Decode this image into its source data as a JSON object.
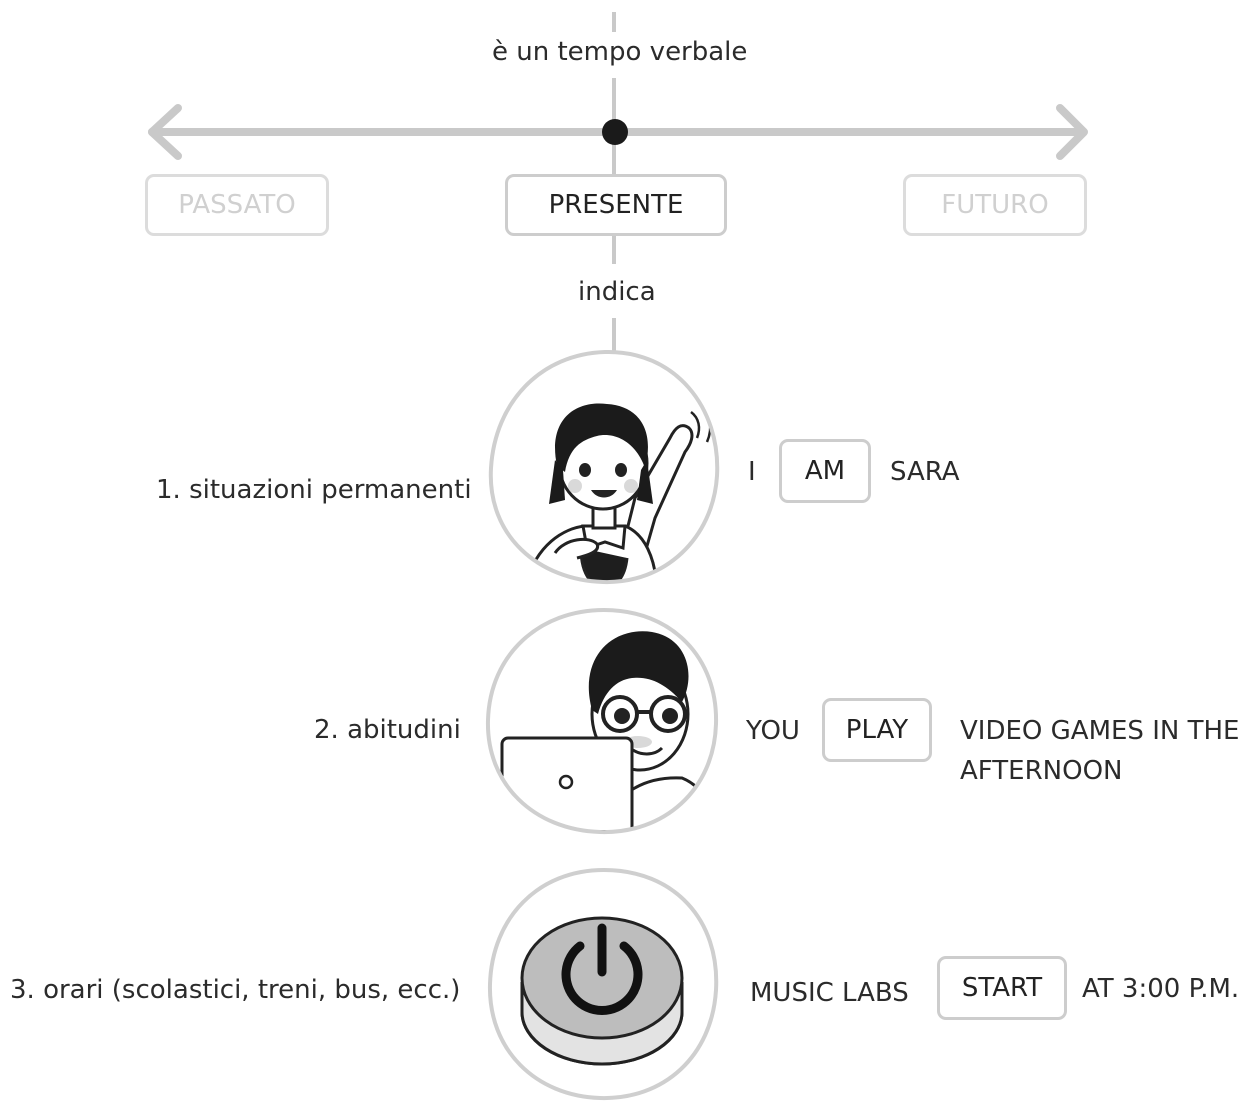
{
  "header": {
    "label": "è un tempo verbale"
  },
  "timeline": {
    "past": "PASSATO",
    "present": "PRESENTE",
    "future": "FUTURO",
    "accent_color": "#c9c9c9",
    "dot_color": "#1a1a1a"
  },
  "connector_label": "indica",
  "uses": [
    {
      "label": "1. situazioni permanenti",
      "icon": "girl-waving-icon",
      "example": {
        "before": "I",
        "verb": "AM",
        "after": "SARA"
      }
    },
    {
      "label": "2. abitudini",
      "icon": "boy-laptop-icon",
      "example": {
        "before": "YOU",
        "verb": "PLAY",
        "after_line1": "VIDEO GAMES IN THE",
        "after_line2": "AFTERNOON"
      }
    },
    {
      "label": "3. orari (scolastici, treni, bus, ecc.)",
      "icon": "power-button-icon",
      "example": {
        "before": "MUSIC LABS",
        "verb": "START",
        "after": "AT 3:00 P.M."
      }
    }
  ]
}
